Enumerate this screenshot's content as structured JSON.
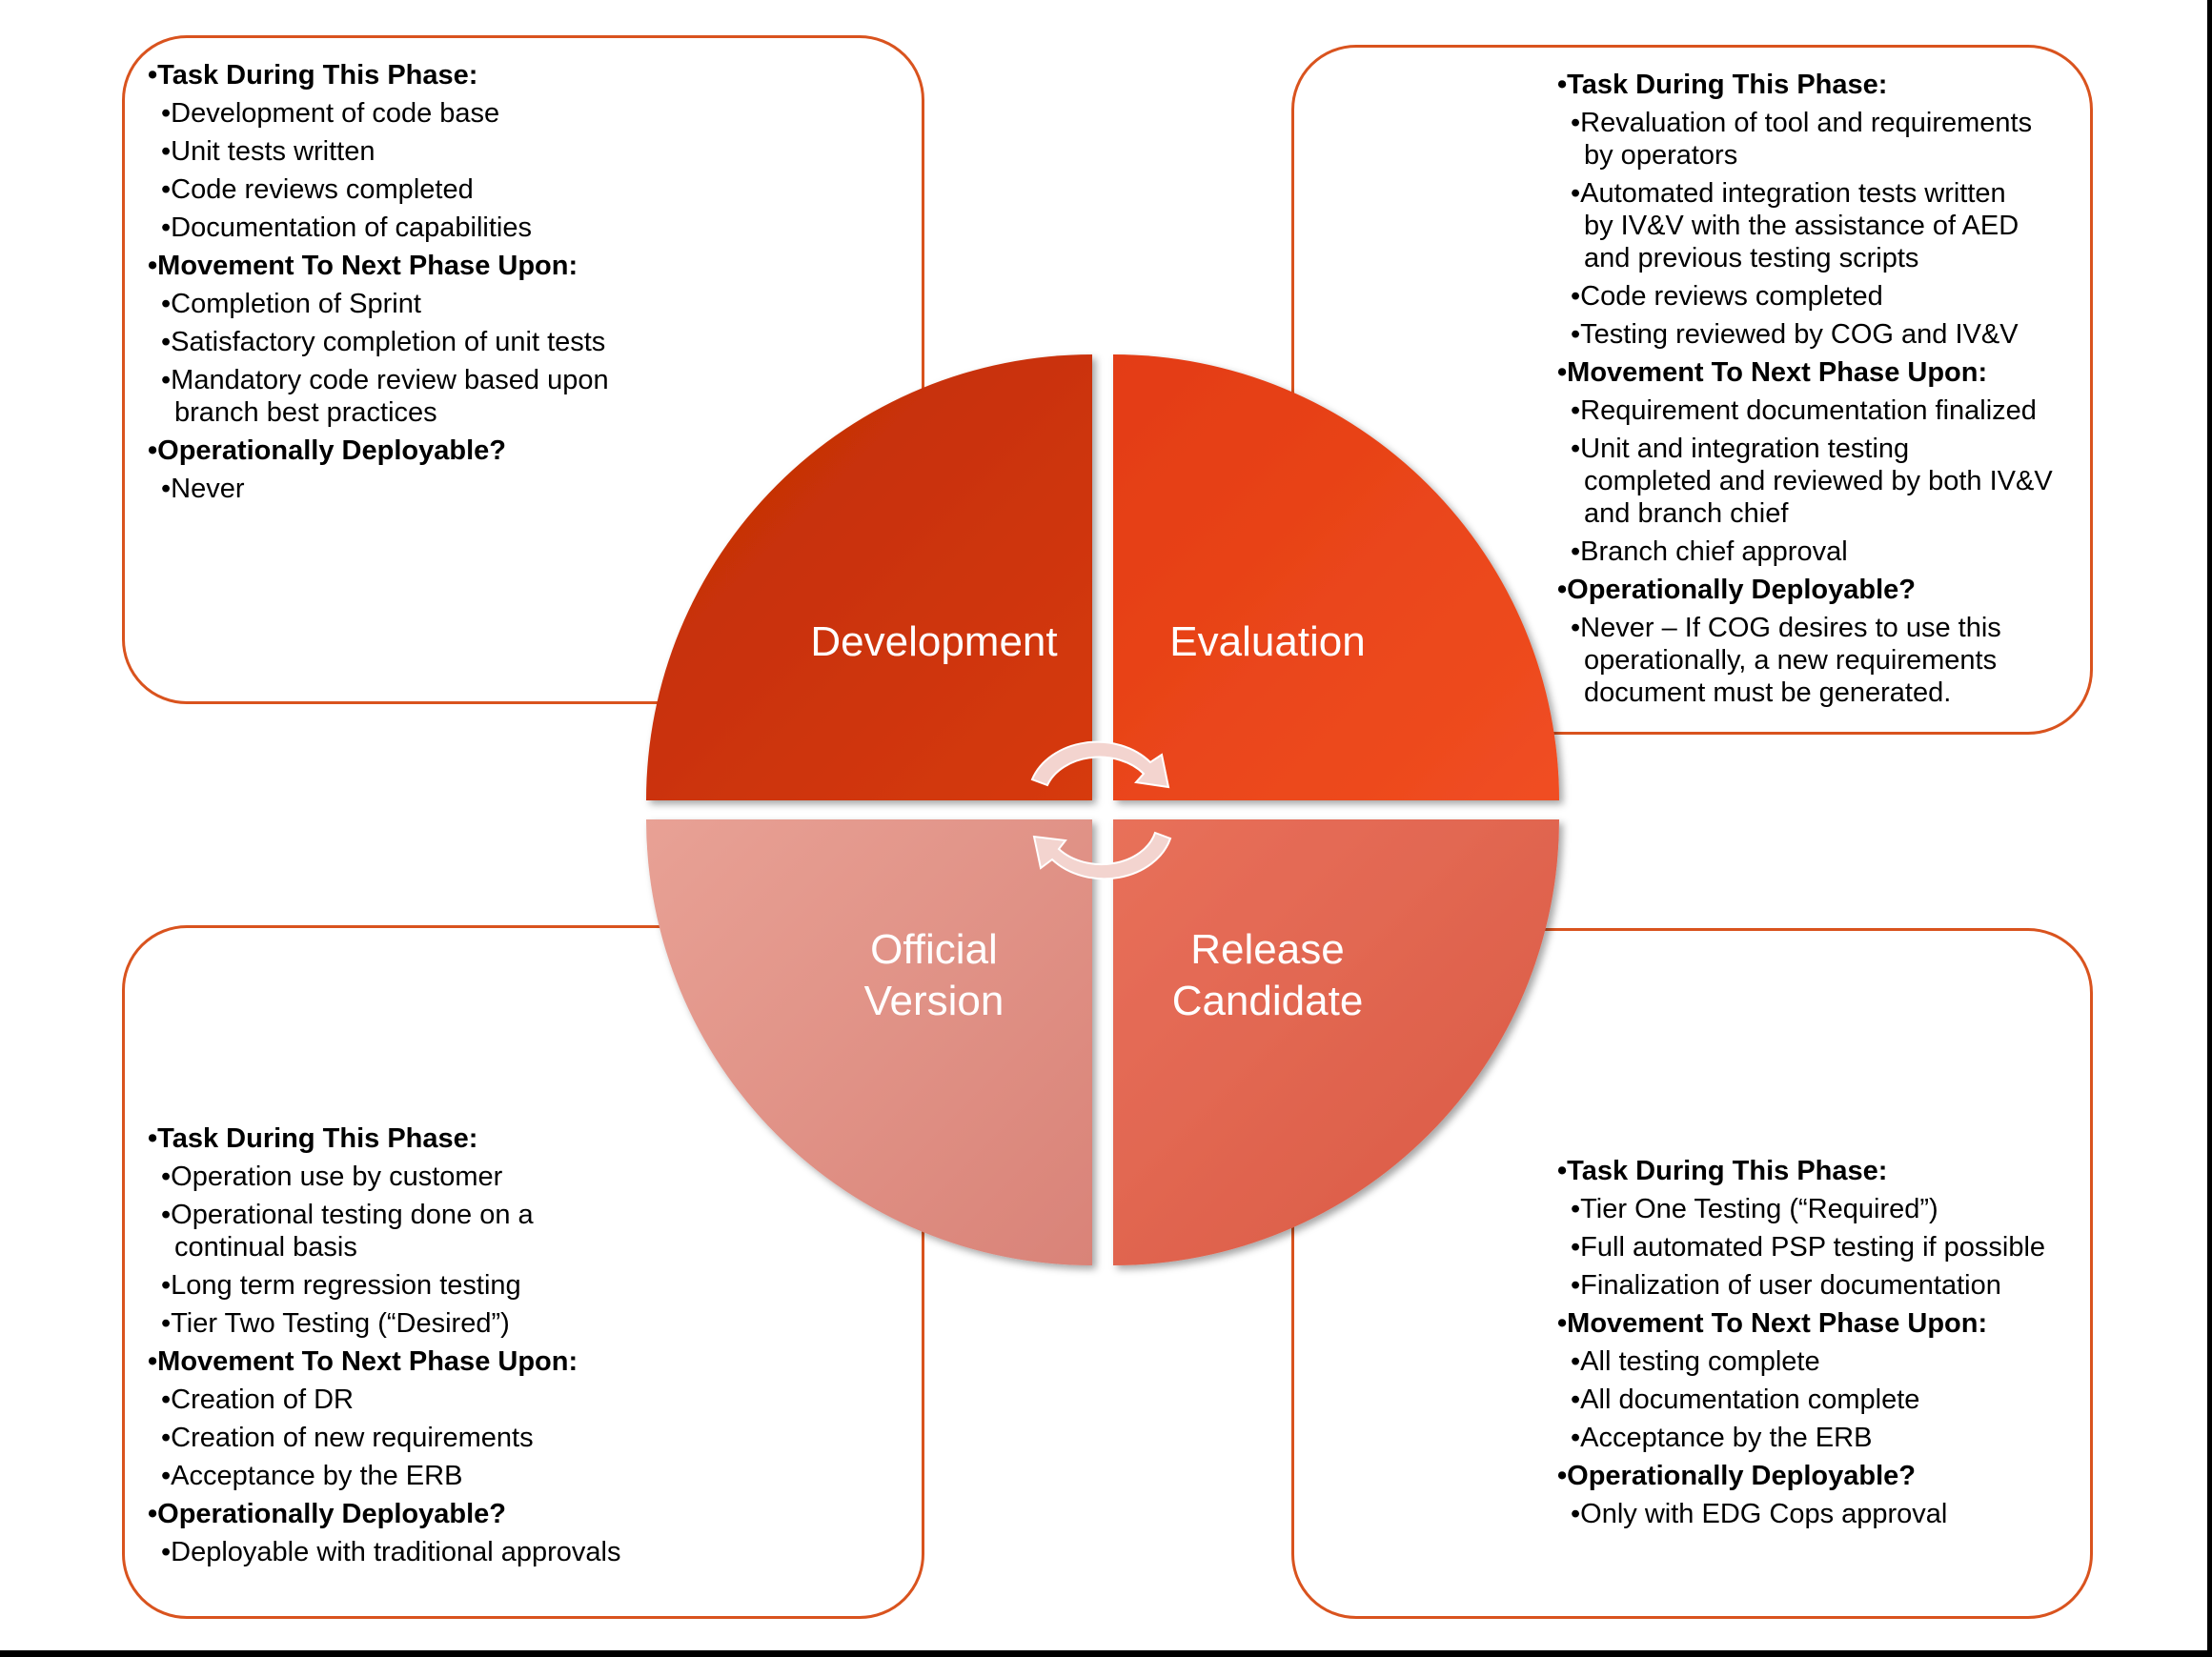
{
  "colors": {
    "border": "#d9531e",
    "development": [
      "#c02c02",
      "#d63a10"
    ],
    "evaluation": [
      "#e33c12",
      "#f04e22"
    ],
    "release_candidate": [
      "#e8705a",
      "#d95a45"
    ],
    "official_version": [
      "#e8a195",
      "#d98378"
    ],
    "arrow": "#f3d4cf"
  },
  "phases": {
    "development": "Development",
    "evaluation": "Evaluation",
    "official_version": [
      "Official",
      "Version"
    ],
    "release_candidate": [
      "Release",
      "Candidate"
    ]
  },
  "panels": {
    "development": {
      "task_heading": "Task During This Phase:",
      "tasks": [
        "Development of code base",
        "Unit tests written",
        "Code reviews completed",
        "Documentation of capabilities"
      ],
      "movement_heading": "Movement To Next Phase Upon:",
      "movement": [
        "Completion of Sprint",
        "Satisfactory completion of unit tests",
        "Mandatory code review based upon",
        "branch best practices"
      ],
      "deploy_heading": "Operationally Deployable?",
      "deploy": [
        "Never"
      ]
    },
    "evaluation": {
      "task_heading": "Task During This Phase:",
      "tasks": [
        "Revaluation of tool and requirements",
        "by operators",
        "Automated integration tests written",
        "by IV&V with the assistance of AED",
        "and previous testing scripts",
        "Code reviews completed",
        "Testing reviewed by COG and IV&V"
      ],
      "movement_heading": "Movement To Next Phase Upon:",
      "movement": [
        "Requirement documentation finalized",
        "Unit and integration testing",
        "completed and reviewed by both IV&V",
        "and branch chief",
        "Branch chief approval"
      ],
      "deploy_heading": "Operationally Deployable?",
      "deploy": [
        "Never – If COG desires to use this",
        "operationally, a new requirements",
        "document must be generated."
      ]
    },
    "official_version": {
      "task_heading": "Task During This Phase:",
      "tasks": [
        "Operation use by customer",
        "Operational testing done on a",
        "continual basis",
        "Long term regression testing",
        "Tier Two Testing (“Desired”)"
      ],
      "movement_heading": "Movement To Next Phase Upon:",
      "movement": [
        "Creation of DR",
        "Creation of new requirements",
        "Acceptance by the ERB"
      ],
      "deploy_heading": "Operationally Deployable?",
      "deploy": [
        "Deployable with traditional approvals"
      ]
    },
    "release_candidate": {
      "task_heading": "Task During This Phase:",
      "tasks": [
        "Tier One Testing (“Required”)",
        "Full automated PSP testing if possible",
        "Finalization of user documentation"
      ],
      "movement_heading": "Movement To Next Phase Upon:",
      "movement": [
        "All testing complete",
        "All documentation complete",
        "Acceptance by the ERB"
      ],
      "deploy_heading": "Operationally Deployable?",
      "deploy": [
        "Only with EDG Cops approval"
      ]
    }
  }
}
